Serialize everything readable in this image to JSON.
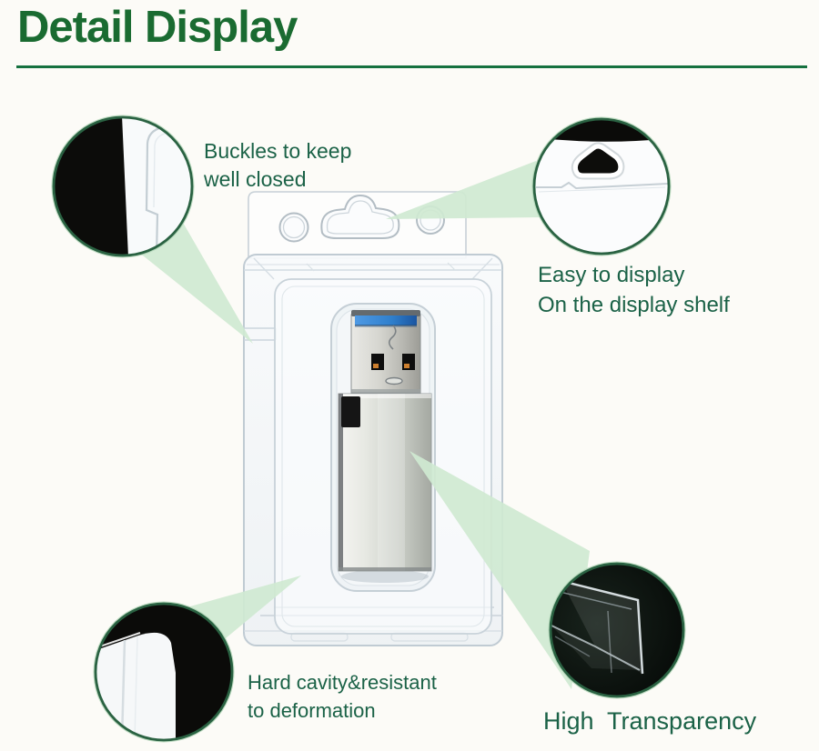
{
  "title": {
    "text": "Detail Display"
  },
  "callout_labels": {
    "buckles": {
      "line1": "Buckles to keep",
      "line2": "well closed"
    },
    "display": {
      "line1": "Easy to display",
      "line2": "On the display shelf"
    },
    "cavity": {
      "line1": "Hard cavity&resistant",
      "line2": "to deformation"
    },
    "transparency": {
      "line1": "High  Transparency"
    }
  },
  "colors": {
    "background": "#fcfbf7",
    "title_green": "#1a6b31",
    "underline_green": "#15713f",
    "label_green": "#1b6247",
    "beam_green": "#cfe9d1",
    "circle_border_green": "#2a6242",
    "usb_blue": "#2f7fcc"
  }
}
